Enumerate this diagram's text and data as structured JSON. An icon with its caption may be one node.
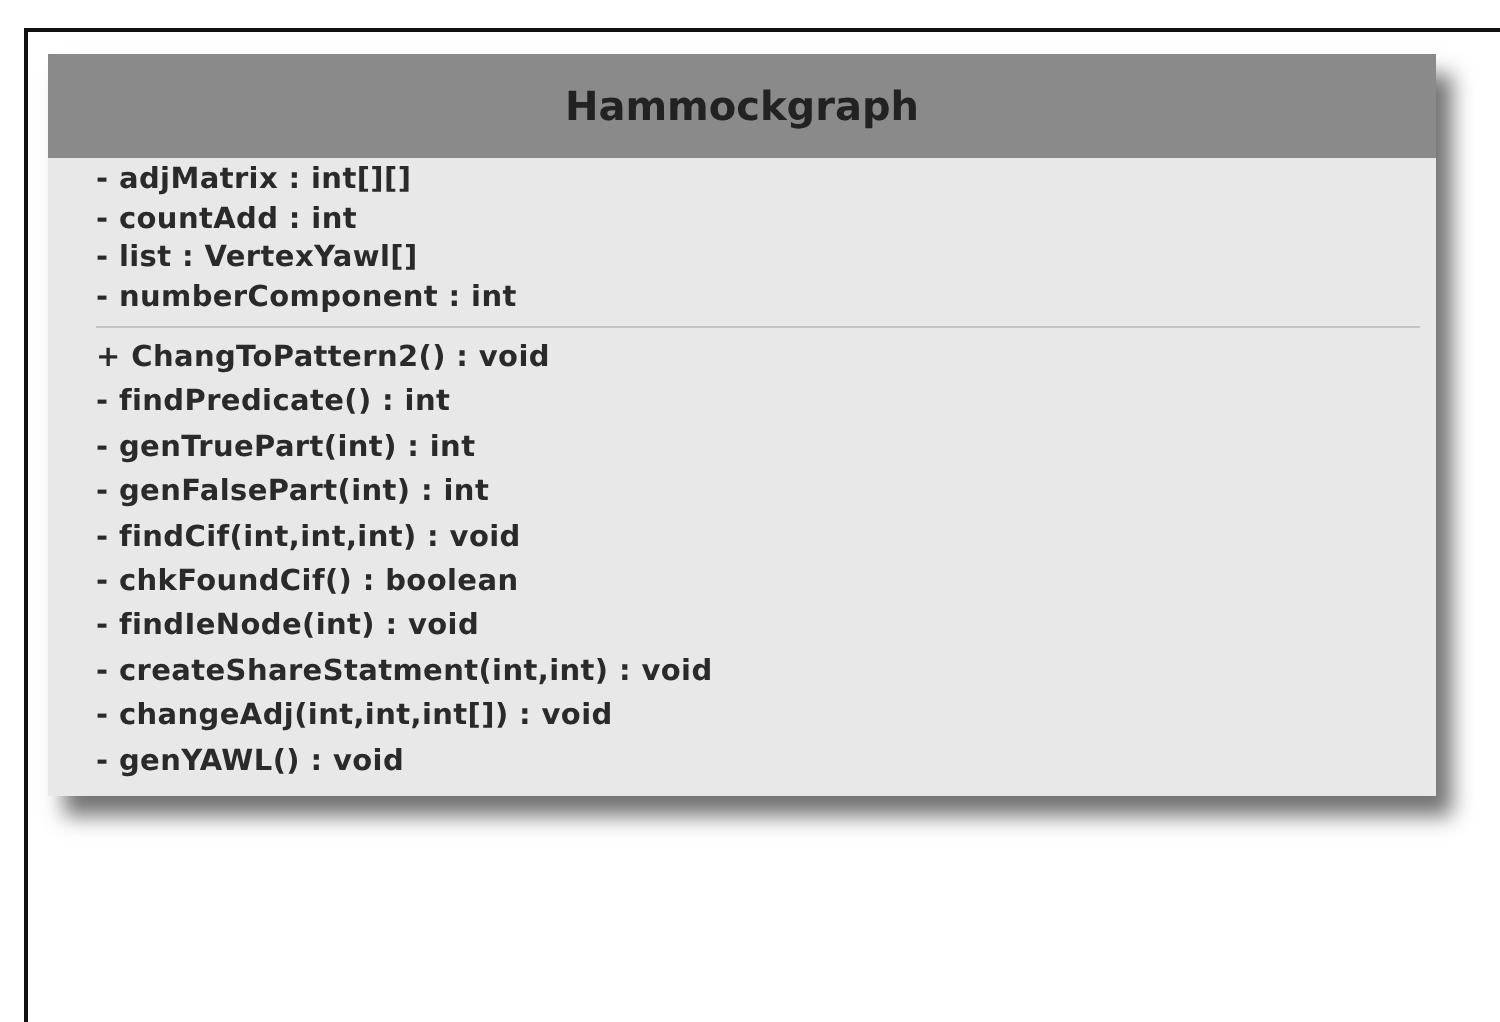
{
  "diagram": {
    "nodes": [
      {
        "text": [
          "Hammockgraph"
        ]
      },
      {
        "text": [
          "- adjMatrix  :  int[][]",
          "- countAdd  :  int",
          "- list  :  VertexYawl[]",
          "- numberComponent  :  int"
        ],
        "in": 0
      },
      {
        "text": [
          "+ ChangToPattern2()  :  void",
          "- findPredicate()  :  int",
          "- genTruePart(int)  :  int",
          "- genFalsePart(int)  :  int",
          "- findCif(int,int,int)  :  void",
          "- chkFoundCif() :  boolean",
          "- findIeNode(int) :  void",
          "- createShareStatment(int,int) :  void",
          "- changeAdj(int,int,int[]) :  void",
          "- genYAWL()  :  void"
        ],
        "in": 0
      }
    ]
  }
}
